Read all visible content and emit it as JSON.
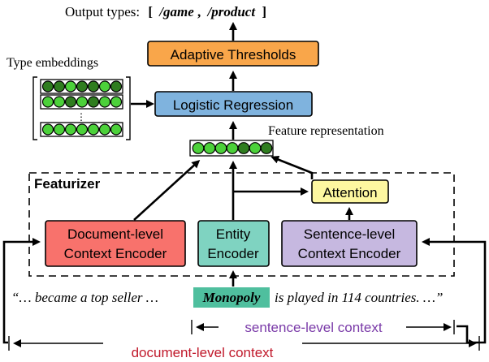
{
  "output_types": {
    "prefix": "Output types:",
    "open_bracket": "[",
    "type_1": "/game",
    "separator": ",",
    "type_2": "/product",
    "close_bracket": "]"
  },
  "type_embeddings_label": "Type embeddings",
  "type_embeddings_ellipsis": "⋮",
  "feature_representation_label": "Feature representation",
  "featurizer_label": "Featurizer",
  "boxes": {
    "adaptive_thresholds": "Adaptive Thresholds",
    "logistic_regression": "Logistic Regression",
    "attention": "Attention",
    "document_encoder": [
      "Document-level",
      "Context Encoder"
    ],
    "entity_encoder": [
      "Entity",
      "Encoder"
    ],
    "sentence_encoder": [
      "Sentence-level",
      "Context Encoder"
    ]
  },
  "sentence": {
    "before": "“… became a top seller …",
    "mention": "Monopoly",
    "after": "is played in 114 countries. …”"
  },
  "context_labels": {
    "sentence_level": "sentence-level context",
    "document_level": "document-level context"
  },
  "colors": {
    "adaptive_thresholds": "#f9a64a",
    "logistic_regression": "#7fb3de",
    "attention": "#fdf7a0",
    "document_encoder": "#f8726c",
    "entity_encoder": "#7fd3c1",
    "sentence_encoder": "#c6b8e0",
    "mention_highlight": "#4fbf9e",
    "sentence_label": "#7a3aa8",
    "document_label": "#c0182a",
    "cell_dark": "#2f7d1f",
    "cell_light": "#4cd13a"
  }
}
